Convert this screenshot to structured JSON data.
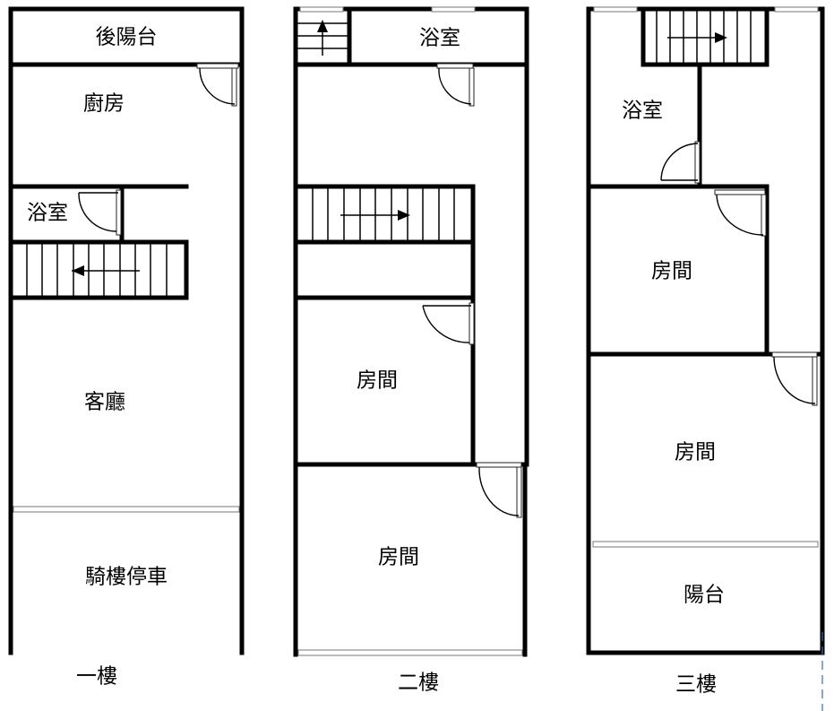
{
  "floors": [
    {
      "name": "一樓",
      "rooms": {
        "back_balcony": "後陽台",
        "kitchen": "廚房",
        "bathroom": "浴室",
        "living_room": "客廳",
        "arcade_parking": "騎樓停車"
      }
    },
    {
      "name": "二樓",
      "rooms": {
        "bathroom": "浴室",
        "room_middle": "房間",
        "room_front": "房間"
      }
    },
    {
      "name": "三樓",
      "rooms": {
        "bathroom": "浴室",
        "room_back": "房間",
        "room_middle": "房間",
        "balcony": "陽台"
      }
    }
  ]
}
